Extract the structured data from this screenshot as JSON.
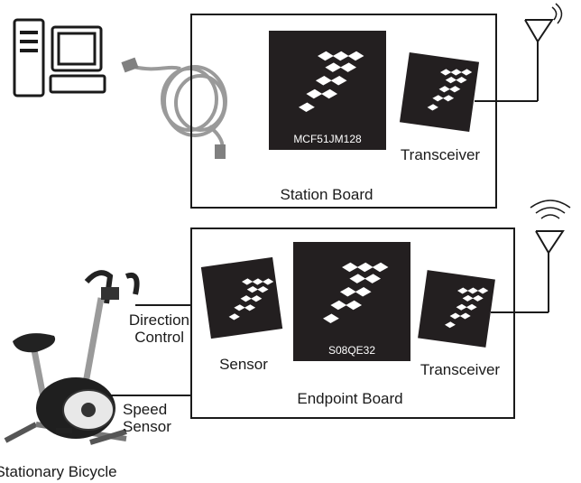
{
  "station": {
    "board_label": "Station Board",
    "mcu_label": "MCF51JM128",
    "transceiver_label": "Transceiver"
  },
  "endpoint": {
    "board_label": "Endpoint Board",
    "mcu_label": "S08QE32",
    "sensor_label": "Sensor",
    "transceiver_label": "Transceiver"
  },
  "links": {
    "direction_line1": "Direction",
    "direction_line2": "Control",
    "speed_line1": "Speed",
    "speed_line2": "Sensor"
  },
  "bicycle_label": "Stationary Bicycle",
  "colors": {
    "chip": "#231f20",
    "line": "#1a1a1a",
    "cable": "#9a9a9a"
  }
}
